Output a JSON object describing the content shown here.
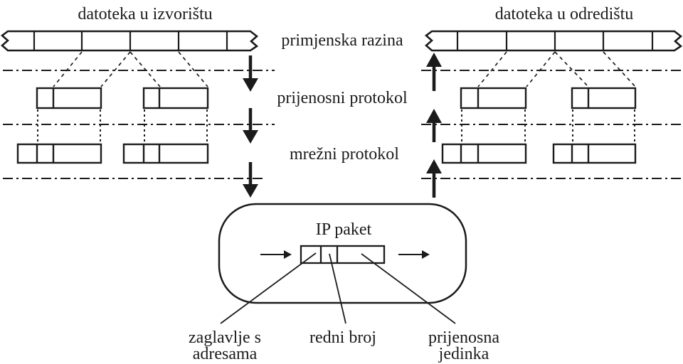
{
  "diagram": {
    "source_title": "datoteka u izvorištu",
    "destination_title": "datoteka u odredištu",
    "layer_labels": {
      "application": "primjenska razina",
      "transport": "prijenosni protokol",
      "network": "mrežni protokol"
    },
    "packet": {
      "title": "IP paket",
      "field_labels": {
        "header_line1": "zaglavlje s",
        "header_line2": "adresama",
        "sequence": "redni broj",
        "payload_line1": "prijenosna",
        "payload_line2": "jedinka"
      }
    },
    "colors": {
      "ink": "#1b1b1b",
      "background": "#ffffff"
    }
  }
}
